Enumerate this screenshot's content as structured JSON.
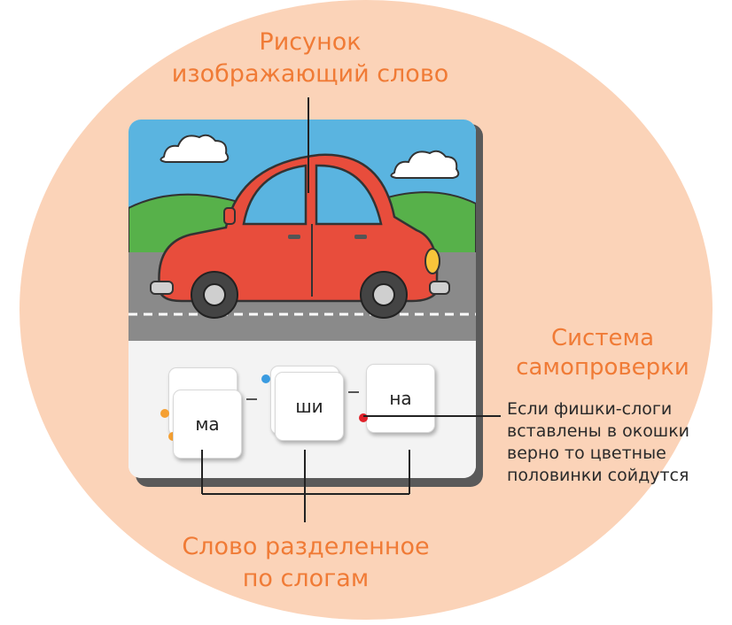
{
  "labels": {
    "picture_title": "Рисунок\nизображающий слово",
    "self_check_title": "Система\nсамопроверки",
    "self_check_text": "Если фишки-слоги\nвставлены в окошки\nверно то цветные\nполовинки сойдутся",
    "syllables_title": "Слово разделенное\nпо слогам"
  },
  "syllables": [
    "ма",
    "ши",
    "на"
  ],
  "colors": {
    "background_circle": "#fbd3b8",
    "accent_text": "#f07b36",
    "car_body": "#e84d3c",
    "sky": "#5ab4e0",
    "hill": "#57b14a",
    "road": "#8a8a8a",
    "dot_orange": "#f5a033",
    "dot_blue": "#3a9be0",
    "dot_red": "#e0222a"
  }
}
